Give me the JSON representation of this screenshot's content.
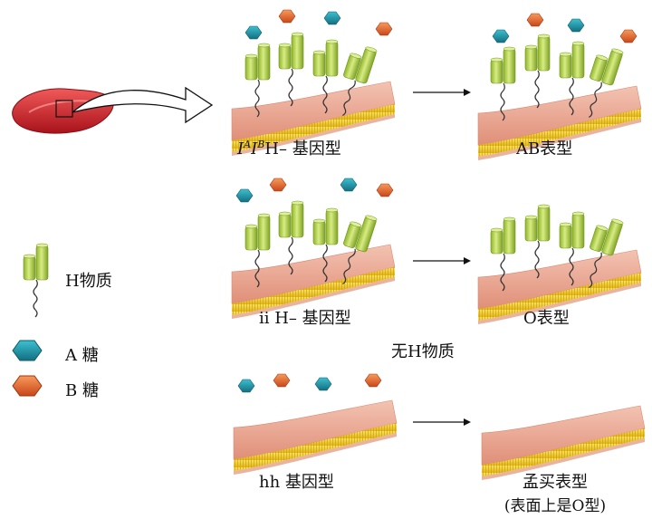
{
  "legend": {
    "h_substance": "H物质",
    "a_sugar": "A 糖",
    "b_sugar": "B 糖"
  },
  "row1": {
    "genotype_parts": [
      "I",
      "A",
      "I",
      "B",
      "H– 基因型"
    ],
    "phenotype": "AB表型"
  },
  "row2": {
    "genotype": "ii H– 基因型",
    "phenotype": "O表型",
    "note": "无H物质"
  },
  "row3": {
    "genotype": "hh 基因型",
    "phenotype_line1": "孟买表型",
    "phenotype_line2": "(表面上是O型)"
  },
  "colors": {
    "membrane_pink": "#e9a08a",
    "membrane_yellow": "#f2cf2a",
    "h_green": "#a8c93a",
    "a_sugar_teal": "#1e8ea0",
    "b_sugar_orange": "#e8632a",
    "rbc_red": "#d8242b"
  }
}
